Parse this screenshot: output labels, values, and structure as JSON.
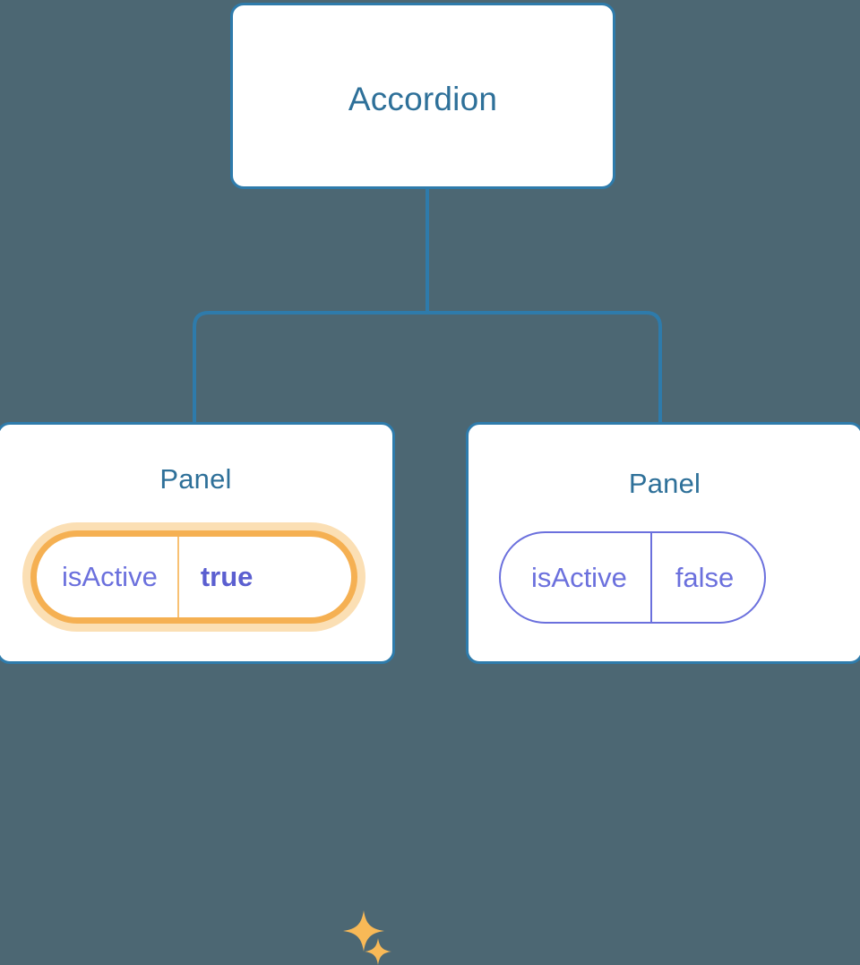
{
  "diagram": {
    "type": "component-tree",
    "background_color": "#4c6773",
    "node_border_color": "#2e7bab",
    "node_title_color": "#2e7099",
    "edge_color": "#2e7bab",
    "prop_color": "#6b70dd",
    "highlight_color": "#f5b052",
    "highlight_glow_color": "#fbdfb4",
    "highlight_value_color": "#5b5fd0"
  },
  "root": {
    "title": "Accordion"
  },
  "panels": [
    {
      "title": "Panel",
      "highlighted": true,
      "prop": {
        "key": "isActive",
        "value": "true"
      },
      "sparkles": [
        {
          "name": "sparkle-large-icon"
        },
        {
          "name": "sparkle-small-icon"
        }
      ]
    },
    {
      "title": "Panel",
      "highlighted": false,
      "prop": {
        "key": "isActive",
        "value": "false"
      }
    }
  ]
}
